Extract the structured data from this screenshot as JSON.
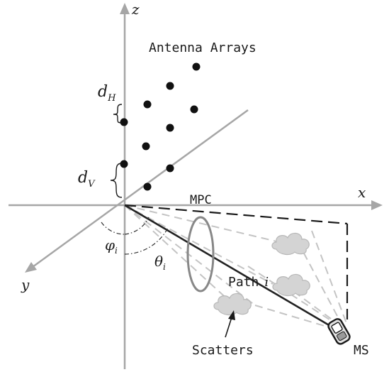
{
  "axes": {
    "z": "z",
    "x": "x",
    "y": "y"
  },
  "labels": {
    "antenna_arrays": "Antenna Arrays",
    "mpc": "MPC",
    "path_prefix": "Path",
    "path_index": "i",
    "scatters": "Scatters",
    "ms": "MS"
  },
  "symbols": {
    "dH": {
      "base": "d",
      "sub": "H"
    },
    "dV": {
      "base": "d",
      "sub": "V"
    },
    "phi": {
      "base": "φ",
      "sub": "i"
    },
    "theta": {
      "base": "θ",
      "sub": "i"
    }
  },
  "colors": {
    "axis": "#a6a6a6",
    "text": "#1a1a1a",
    "cloud_fill": "#d4d4d4",
    "cloud_stroke": "#b8b8b8",
    "dashed_paths": "#c4c4c4",
    "los": "#222222",
    "ellipse": "#888888"
  },
  "icons": {
    "mobile_station": "mobile-phone-icon",
    "scatterer": "cloud-icon"
  }
}
